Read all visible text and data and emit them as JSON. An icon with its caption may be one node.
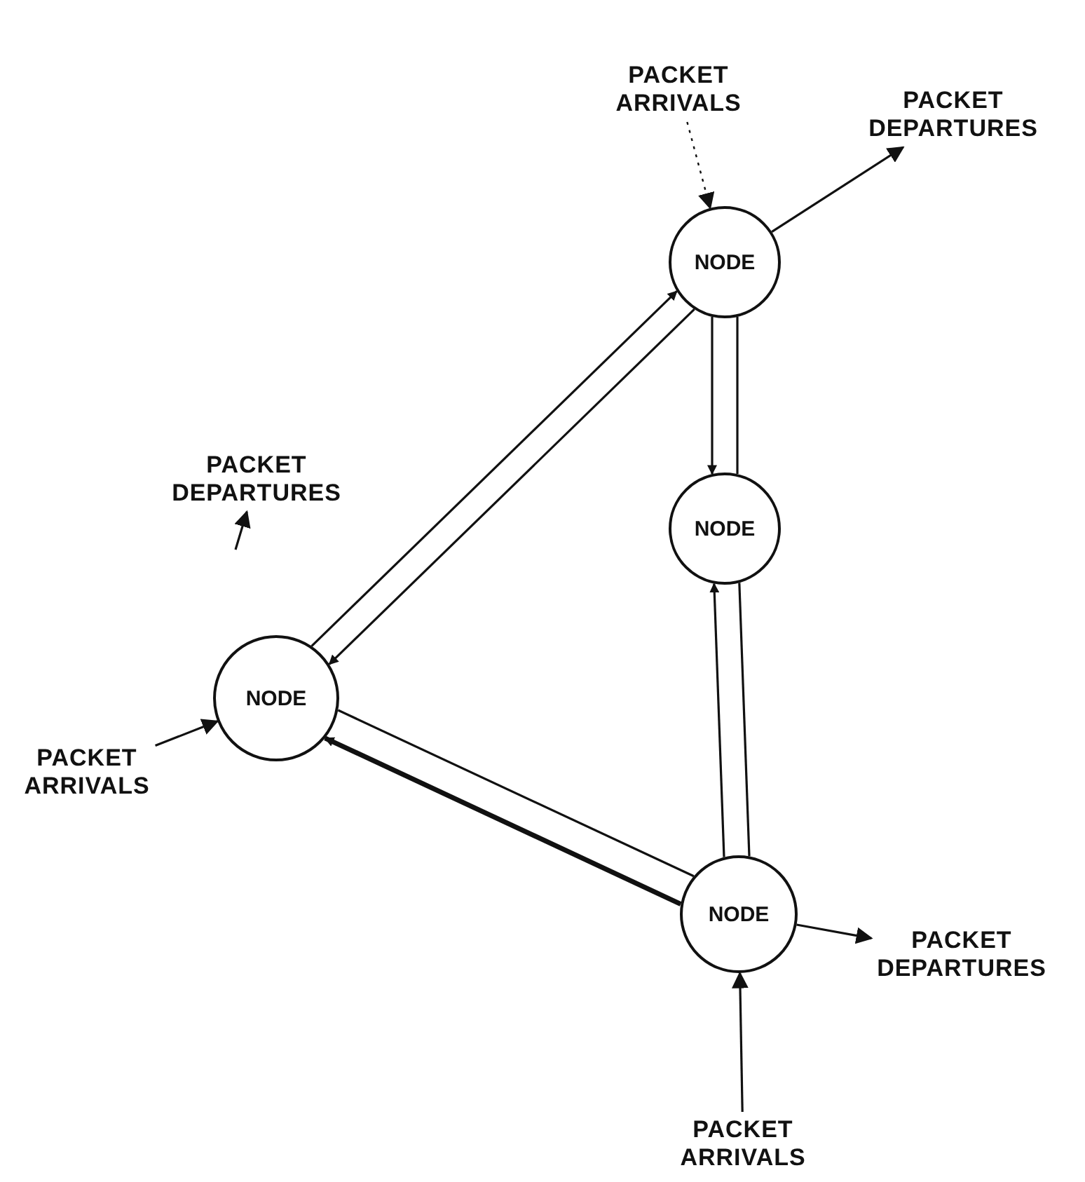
{
  "diagram": {
    "nodes": [
      {
        "text": [
          "PACKET ARRIVALS"
        ]
      },
      {
        "text": [
          "PACKET DEPARTURES"
        ]
      },
      {
        "text": [
          "NODE"
        ]
      },
      {
        "text": [
          "PACKET DEPARTURES"
        ]
      },
      {
        "text": [
          "NODE"
        ]
      },
      {
        "text": [
          "NODE"
        ]
      },
      {
        "text": [
          "PACKET ARRIVALS"
        ]
      },
      {
        "text": [
          "NODE"
        ]
      },
      {
        "text": [
          "PACKET DEPARTURES"
        ]
      },
      {
        "text": [
          "PACKET ARRIVALS"
        ]
      }
    ],
    "edges": [
      {
        "from": 0,
        "to": 2,
        "arrow": "to",
        "style": "dashed"
      },
      {
        "from": 2,
        "to": 1,
        "arrow": "to"
      },
      {
        "from": null,
        "to": 3,
        "arrow": "to"
      },
      {
        "from": 5,
        "to": 2,
        "arrow": "to"
      },
      {
        "from": 2,
        "to": 5,
        "arrow": "to"
      },
      {
        "from": 2,
        "to": 4,
        "arrow": "to"
      },
      {
        "from": 4,
        "to": 2,
        "arrow": "none"
      },
      {
        "from": 7,
        "to": 4,
        "arrow": "to"
      },
      {
        "from": 4,
        "to": 7,
        "arrow": "none"
      },
      {
        "from": 5,
        "to": 7,
        "arrow": "none"
      },
      {
        "from": 7,
        "to": 5,
        "arrow": "to",
        "style": "thick"
      },
      {
        "from": 6,
        "to": 5,
        "arrow": "to"
      },
      {
        "from": 7,
        "to": 8,
        "arrow": "to"
      },
      {
        "from": 9,
        "to": 7,
        "arrow": "to"
      }
    ]
  }
}
